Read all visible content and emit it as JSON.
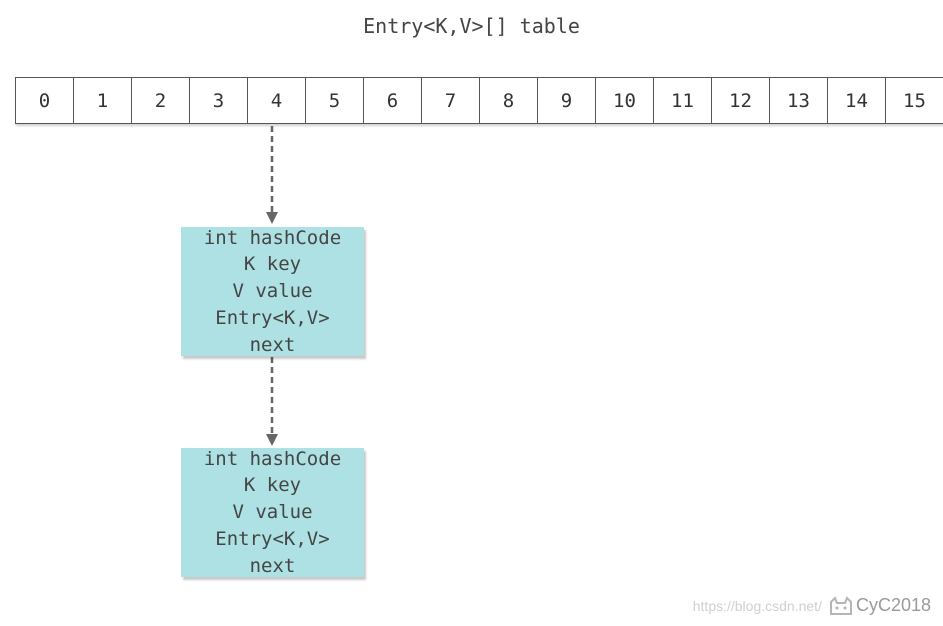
{
  "title": "Entry<K,V>[] table",
  "table": {
    "indices": [
      "0",
      "1",
      "2",
      "3",
      "4",
      "5",
      "6",
      "7",
      "8",
      "9",
      "10",
      "11",
      "12",
      "13",
      "14",
      "15"
    ]
  },
  "nodes": [
    {
      "fields": [
        "int hashCode",
        "K key",
        "V value",
        "Entry<K,V>",
        "next"
      ]
    },
    {
      "fields": [
        "int hashCode",
        "K key",
        "V value",
        "Entry<K,V>",
        "next"
      ]
    }
  ],
  "watermark": {
    "url": "https://blog.csdn.net/",
    "author": "CyC2018"
  },
  "colors": {
    "node_fill": "#aee1e3",
    "border": "#555555",
    "arrow": "#666666"
  }
}
